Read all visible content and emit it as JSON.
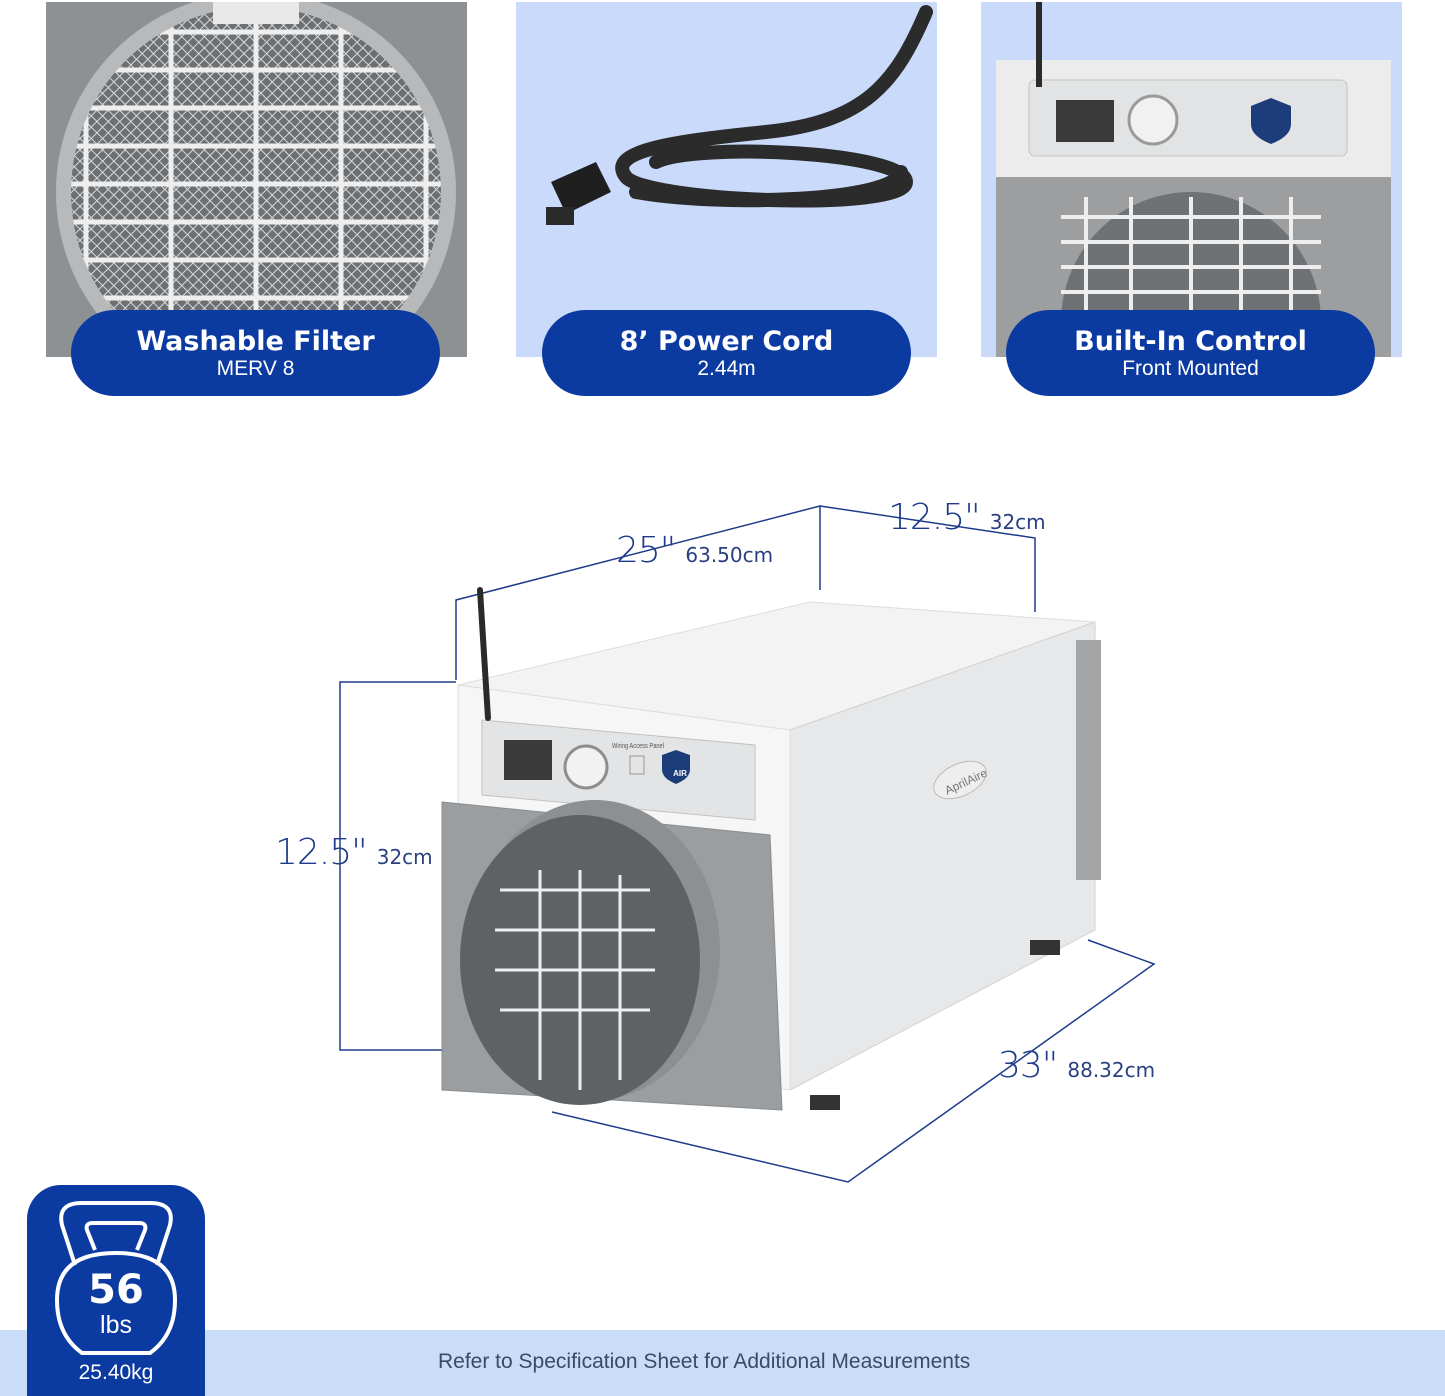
{
  "features": [
    {
      "title": "Washable Filter",
      "subtitle": "MERV 8"
    },
    {
      "title": "8’ Power Cord",
      "subtitle": "2.44m"
    },
    {
      "title": "Built-In Control",
      "subtitle": "Front Mounted"
    }
  ],
  "dimensions": {
    "width": {
      "in": "25\"",
      "cm": "63.50cm"
    },
    "depth": {
      "in": "12.5\"",
      "cm": "32cm"
    },
    "height": {
      "in": "12.5\"",
      "cm": "32cm"
    },
    "length": {
      "in": "33\"",
      "cm": "88.32cm"
    }
  },
  "device_labels": {
    "brand": "AprilAire",
    "wiring": "Wiring Access Panel",
    "badge": "AIR"
  },
  "weight": {
    "value": "56",
    "unit": "lbs",
    "metric": "25.40kg"
  },
  "footer": "Refer to Specification Sheet for Additional Measurements",
  "colors": {
    "brand_blue": "#0b3aa0",
    "light_blue": "#c9dcf8",
    "dimension_text": "#1e3a8a"
  }
}
